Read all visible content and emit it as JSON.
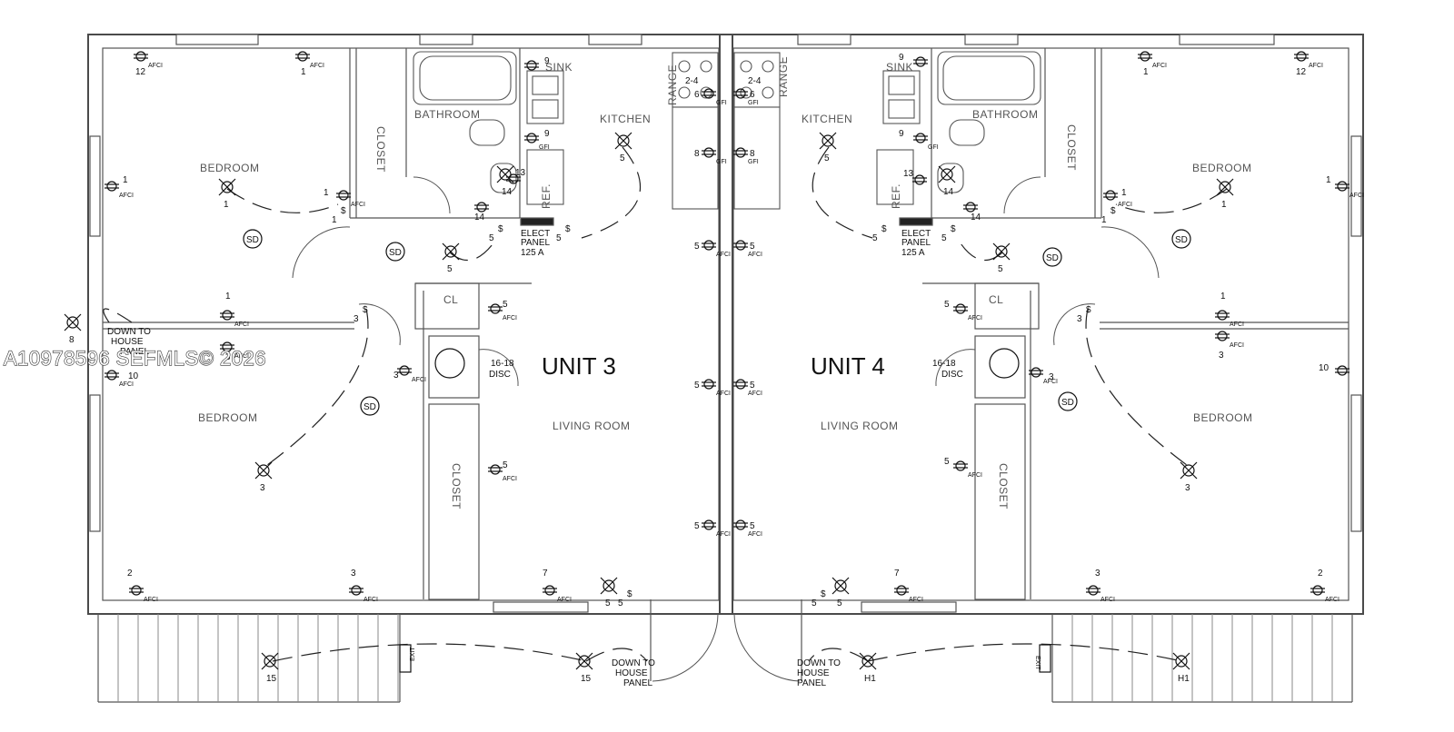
{
  "units": [
    {
      "label": "UNIT 3",
      "panel": {
        "lines": [
          "ELECT",
          "PANEL",
          "125 A"
        ]
      },
      "disc": {
        "circuit": "16-18",
        "label": "DISC"
      }
    },
    {
      "label": "UNIT 4",
      "panel": {
        "lines": [
          "ELECT",
          "PANEL",
          "125 A"
        ]
      },
      "disc": {
        "circuit": "16-18",
        "label": "DISC"
      }
    }
  ],
  "rooms": {
    "bedroom": "BEDROOM",
    "bathroom": "BATHROOM",
    "kitchen": "KITCHEN",
    "living_room": "LIVING ROOM",
    "closet": "CLOSET",
    "cl": "CL",
    "range": "RANGE",
    "ref": "REF.",
    "sink": "SINK"
  },
  "notes": {
    "down_to_house_panel": [
      "DOWN TO",
      "HOUSE",
      "PANEL"
    ],
    "exit": "EXIT",
    "smoke_detector": "SD"
  },
  "tags": {
    "afci": "AFCI",
    "gfi": "GFI"
  },
  "circuits": {
    "c1": "1",
    "c2": "2",
    "c3": "3",
    "c5": "5",
    "c6": "6",
    "c7": "7",
    "c8": "8",
    "c9": "9",
    "c10": "10",
    "c12": "12",
    "c13": "13",
    "c14": "14",
    "c15": "15",
    "c2_4": "2-4",
    "h1": "H1"
  },
  "watermark": "A10978596 SEFMLS© 2026",
  "colors": {
    "line": "#4a4a4a",
    "ink": "#111111",
    "background": "#ffffff"
  }
}
